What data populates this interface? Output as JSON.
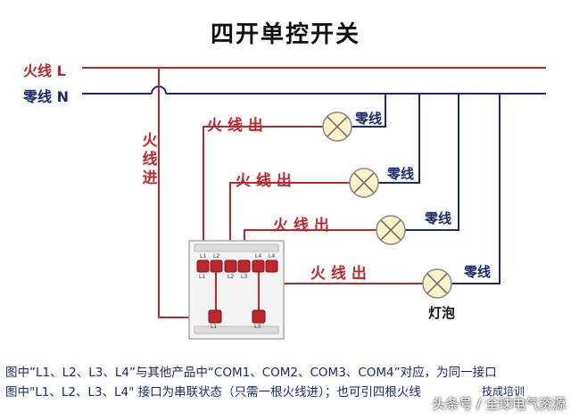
{
  "title": "四开单控开关",
  "lines": {
    "live": {
      "label": "火线",
      "letter": "L",
      "color": "#c0272d"
    },
    "neutral": {
      "label": "零线",
      "letter": "N",
      "color": "#1a2a6c"
    }
  },
  "live_in_label": [
    "火",
    "线",
    "进"
  ],
  "live_out_label": "火 线 出",
  "neutral_label": "零线",
  "bulb_label": "灯泡",
  "switch": {
    "top_terminals": [
      "L1",
      "L2",
      "L2",
      "L3",
      "L4",
      "L4"
    ],
    "top_sub": [
      "L1",
      "L2",
      "L3",
      "L4"
    ],
    "bottom_terminals": [
      "L1",
      "L3"
    ]
  },
  "footer": {
    "line1": "图中”L1、L2、L3、L4”与其他产品中“COM1、COM2、COM3、COM4”对应，为同一接口",
    "line2": "图中\"L1、L2、L3、L4\" 接口为串联状态（只需一根火线进）；也可引四根火线"
  },
  "watermark": "头条号 / 全球电气资源",
  "watermark2": "技成培训"
}
